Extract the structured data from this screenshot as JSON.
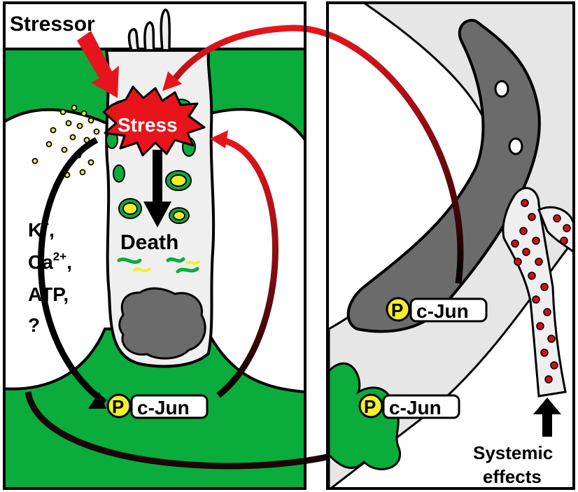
{
  "labels": {
    "stressor": "Stressor",
    "stress": "Stress",
    "death": "Death",
    "ions": [
      "K",
      "Ca",
      "ATP,",
      "?"
    ],
    "ion_superscripts": [
      "+",
      "2+"
    ],
    "ion_commas": [
      ",",
      ","
    ],
    "phospho_badge": "P",
    "cjun": "c-Jun",
    "systemic": [
      "Systemic",
      "effects"
    ]
  },
  "colors": {
    "green": "#0aac3c",
    "dark_gray": "#6b6b6b",
    "light_gray": "#e6e6e6",
    "cell_fill": "#efefef",
    "red": "#e8141c",
    "yellow": "#f5ef2a",
    "outline": "#000000"
  }
}
